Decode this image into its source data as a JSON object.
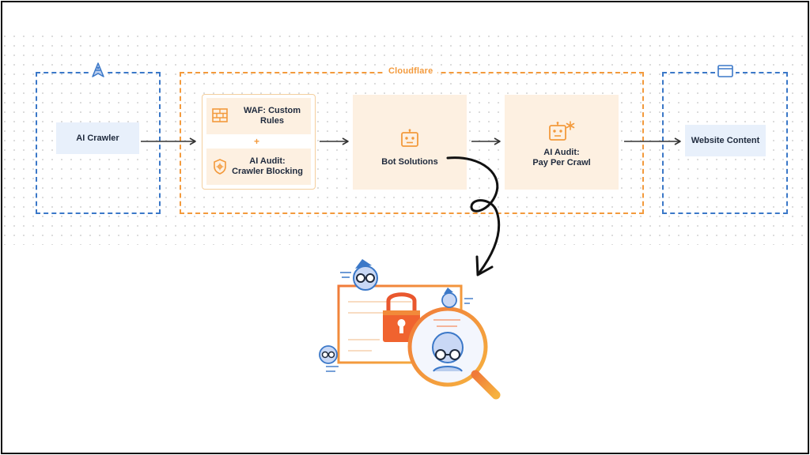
{
  "diagram": {
    "group_label": "Cloudflare",
    "nodes": {
      "ai_crawler": "AI Crawler",
      "waf_line1": "WAF: Custom",
      "waf_line2": "Rules",
      "plus": "+",
      "audit_block_line1": "AI Audit:",
      "audit_block_line2": "Crawler Blocking",
      "bot_solutions": "Bot Solutions",
      "audit_pay_line1": "AI Audit:",
      "audit_pay_line2": "Pay Per Crawl",
      "website_content": "Website Content"
    }
  },
  "colors": {
    "blue": "#3b78c8",
    "orange": "#f39a3c",
    "node_blue_fill": "#e8f0fb",
    "node_orange_fill": "#fdf0e1"
  },
  "icons": [
    "crawler-bot-icon",
    "browser-window-icon",
    "brick-wall-icon",
    "shield-icon",
    "robot-icon",
    "robot-asterisk-icon",
    "padlock-icon",
    "magnifier-icon",
    "bot-mascot-icon"
  ]
}
